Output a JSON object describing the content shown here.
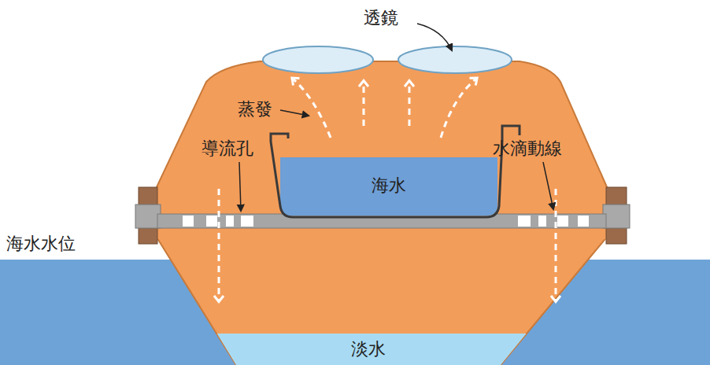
{
  "diagram": {
    "nodes": [
      {
        "text": [
          "海水"
        ]
      },
      {
        "text": [
          "淡水"
        ]
      }
    ],
    "labels": [
      "透鏡",
      "蒸發",
      "導流孔",
      "水滴動線",
      "海水水位"
    ]
  }
}
